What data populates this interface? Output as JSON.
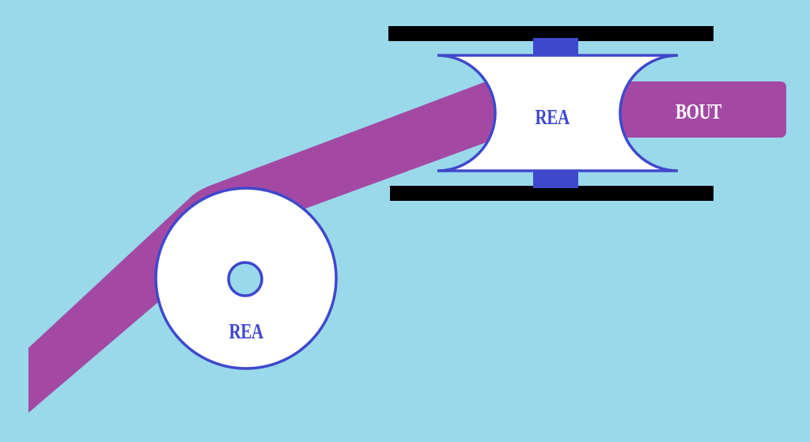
{
  "diagram": {
    "roller_label": "REA",
    "spool_label": "REA",
    "belt_label": "BOUT"
  },
  "colors": {
    "background": "#99d9ea",
    "belt": "#a349a4",
    "outline": "#3f48cc",
    "rail": "#000000",
    "fill": "#ffffff",
    "label_light": "#ffffff"
  }
}
